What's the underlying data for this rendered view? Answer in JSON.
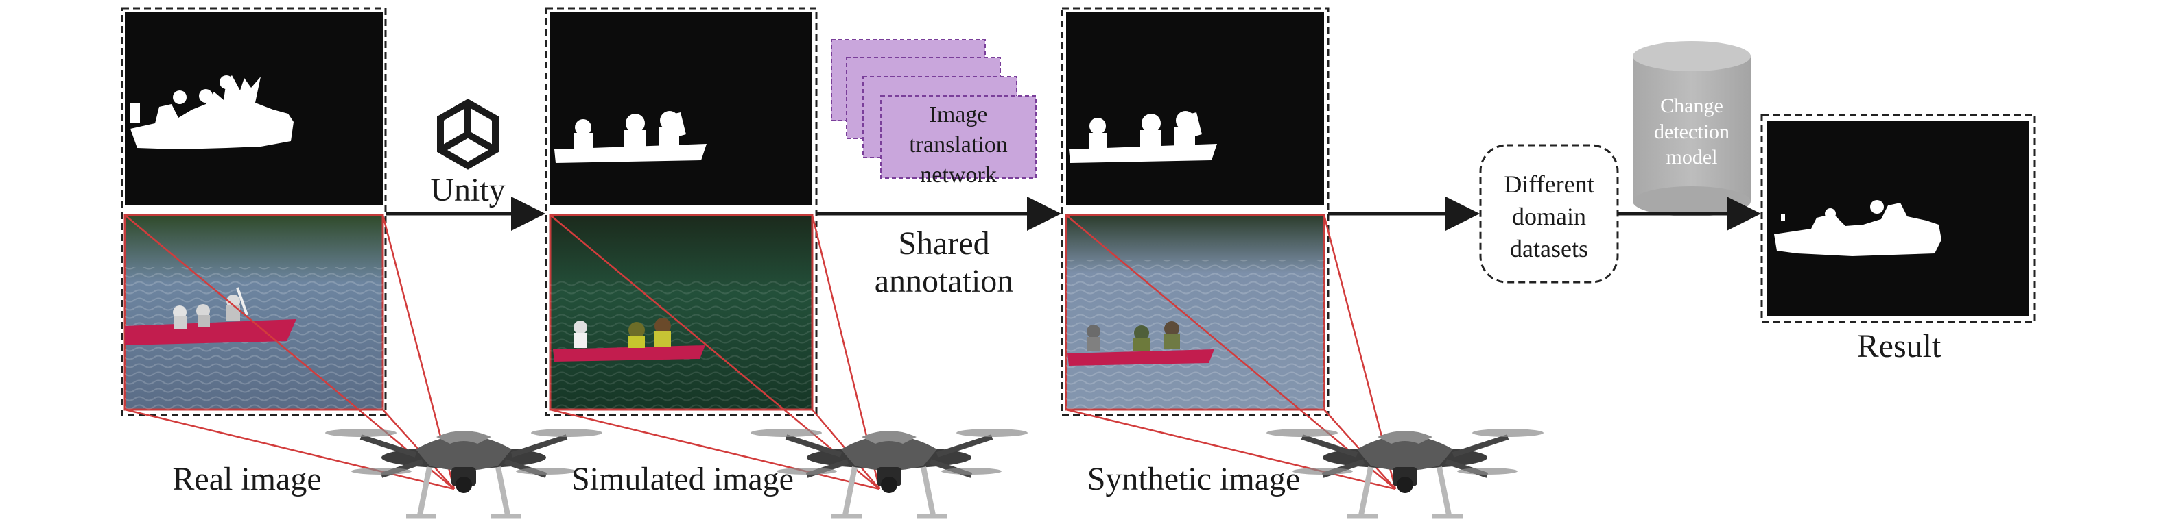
{
  "labels": {
    "real_image": "Real image",
    "simulated_image": "Simulated image",
    "synthetic_image": "Synthetic image",
    "unity": "Unity",
    "shared_annotation": [
      "Shared",
      "annotation"
    ],
    "translation_network": [
      "Image",
      "translation",
      "network"
    ],
    "different_domain": [
      "Different",
      "domain",
      "datasets"
    ],
    "change_detection": [
      "Change",
      "detection",
      "model"
    ],
    "result": "Result"
  },
  "colors": {
    "mask_background": "#0c0c0c",
    "mask_foreground": "#ffffff",
    "network_fill": "#c9a6dc",
    "network_border": "#7a3f9a",
    "cylinder": "#b4b4b4",
    "boat": "#c21d4e",
    "link_line": "#d23c3c",
    "water_real": "#6c7f98",
    "water_sim": "#1f4532",
    "water_syn": "#7b8ea8"
  },
  "icons": [
    "unity-logo-icon",
    "drone-icon"
  ]
}
